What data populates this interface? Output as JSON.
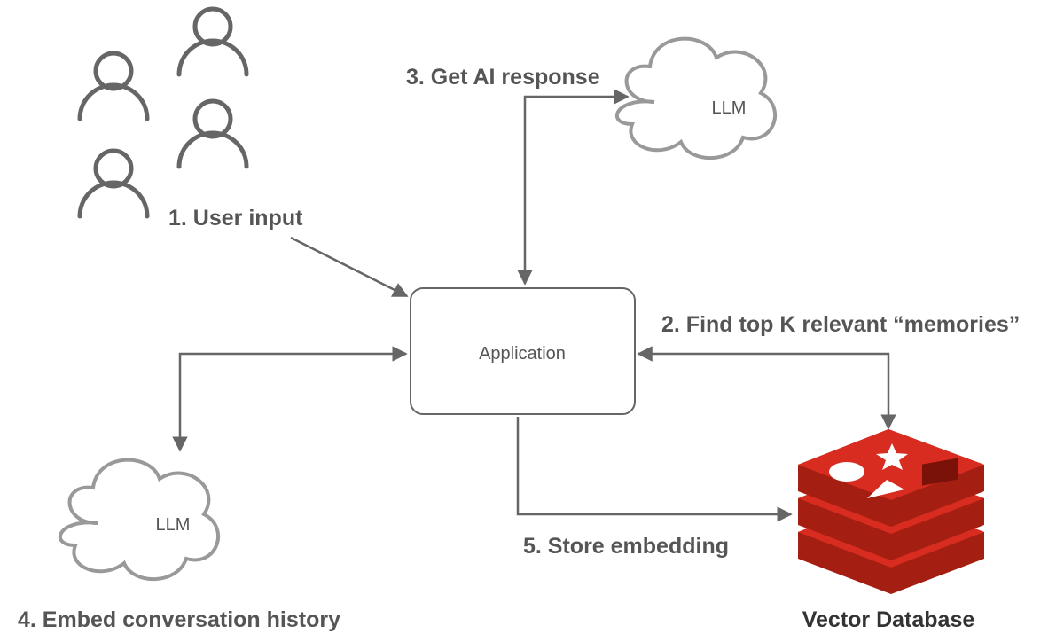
{
  "nodes": {
    "application": "Application",
    "llm_top": "LLM",
    "llm_bottom": "LLM",
    "vector_db": "Vector Database"
  },
  "steps": {
    "user_input": "1. User input",
    "find_memories": "2. Find top K relevant “memories”",
    "get_ai_response": "3. Get AI response",
    "embed_history": "4. Embed conversation history",
    "store_embedding": "5. Store embedding"
  },
  "icons": {
    "users": "person-icon",
    "llm": "cloud-icon",
    "vector_db": "redis-logo"
  },
  "colors": {
    "line": "#666666",
    "cloud_stroke": "#999999",
    "db_red": "#d82c20"
  }
}
